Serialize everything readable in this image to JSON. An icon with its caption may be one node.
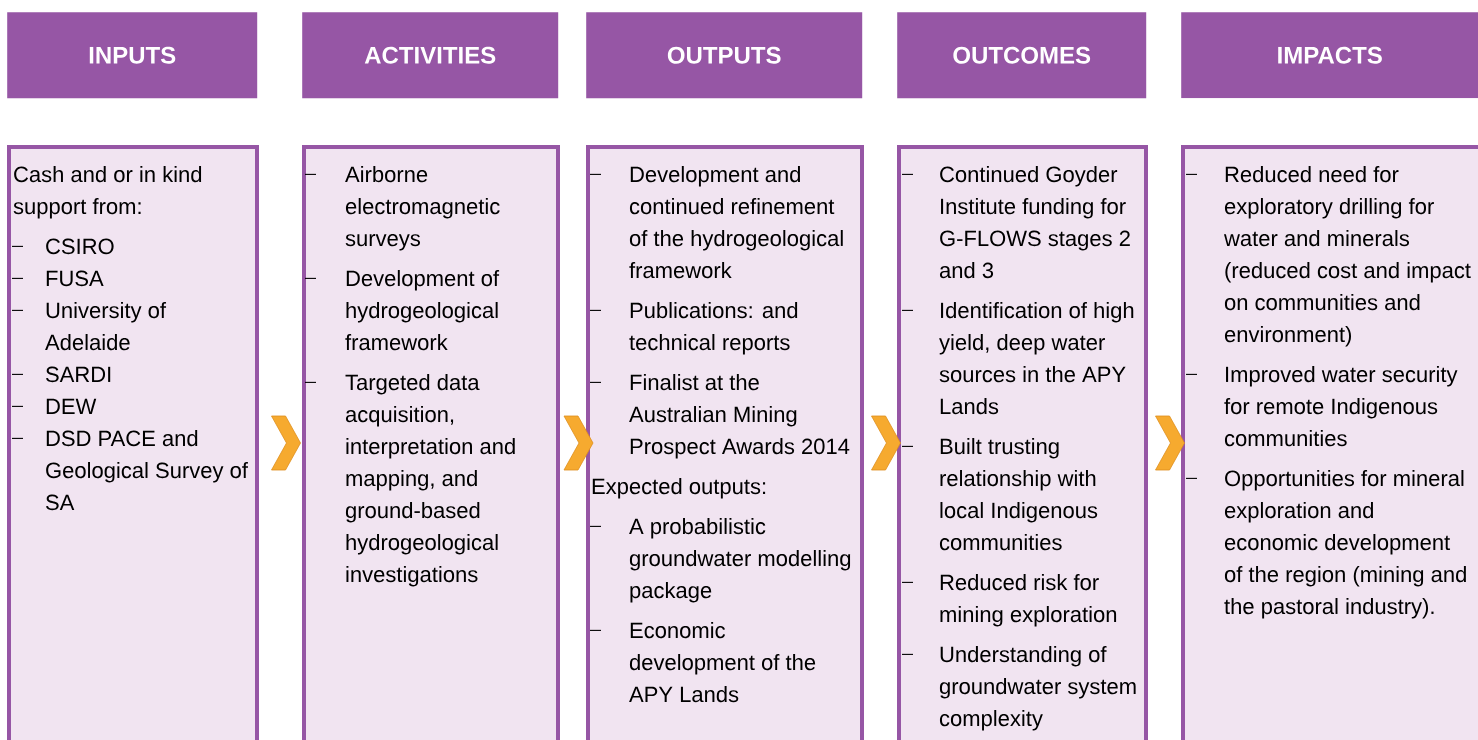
{
  "diagram": {
    "nodes": [
      {
        "text": [
          "INPUTS"
        ]
      },
      {
        "text": [
          "ACTIVITIES"
        ]
      },
      {
        "text": [
          "OUTPUTS"
        ]
      },
      {
        "text": [
          "OUTCOMES"
        ]
      },
      {
        "text": [
          "IMPACTS"
        ]
      },
      {
        "text": [
          "Cash and or in kind support from:",
          "CSIRO",
          "FUSA",
          "University of Adelaide",
          "SARDI",
          "DEW",
          "DSD PACE and Geological Survey of SA"
        ]
      },
      {
        "text": [
          "Airborne electromagnetic surveys",
          "Development of hydrogeological framework",
          "Targeted data acquisition, interpretation and mapping, and ground-based hydrogeological investigations"
        ]
      },
      {
        "text": [
          "Development and continued refinement of the hydrogeological framework",
          "Publications: and technical reports",
          "Finalist at the Australian Mining Prospect Awards 2014",
          "Expected outputs:",
          "A probabilistic groundwater modelling package",
          "Economic development of the APY Lands"
        ]
      },
      {
        "text": [
          "Continued Goyder Institute funding for G-FLOWS stages 2 and 3",
          "Identification of high yield, deep water sources in the APY Lands",
          "Built trusting relationship with local Indigenous communities",
          "Reduced risk for mining exploration",
          "Understanding of groundwater system complexity"
        ]
      },
      {
        "text": [
          "Reduced need for exploratory drilling for water and minerals (reduced cost and impact on communities and environment)",
          "Improved water security for remote Indigenous communities",
          "Opportunities for mineral exploration and economic development of the region (mining and the pastoral industry)."
        ]
      }
    ],
    "edges": [
      {
        "from": 5,
        "to": 6,
        "arrow": "to"
      },
      {
        "from": 6,
        "to": 7,
        "arrow": "to"
      },
      {
        "from": 7,
        "to": 8,
        "arrow": "to"
      },
      {
        "from": 8,
        "to": 9,
        "arrow": "to"
      }
    ]
  }
}
